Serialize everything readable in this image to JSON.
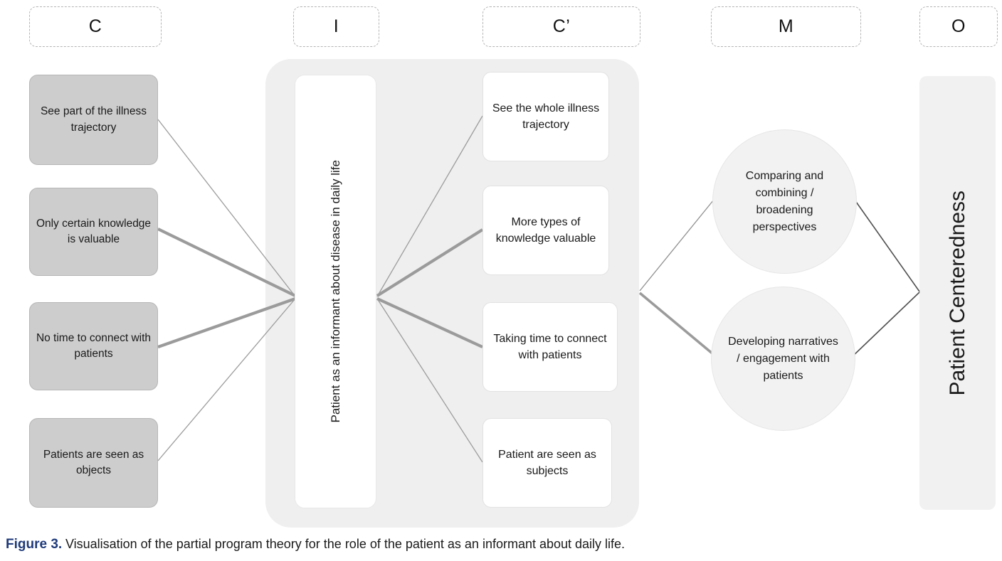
{
  "figure": {
    "label": "Figure 3.",
    "caption": "Visualisation of the partial program theory for the role of the patient as an informant about daily life."
  },
  "colors": {
    "context_box_fill": "#cdcdcd",
    "panel_fill": "#efefef",
    "outcome_panel_fill": "#f1f1f1",
    "circle_fill": "#f2f2f2",
    "thin_line": "#9a9a9a",
    "thick_line": "#9b9b9b",
    "dark_line": "#4a4a4a",
    "figure_label_color": "#1f3a7a",
    "header_border": "#b5b5b5"
  },
  "headers": [
    {
      "key": "C",
      "label": "C"
    },
    {
      "key": "I",
      "label": "I"
    },
    {
      "key": "Cp",
      "label": "C’"
    },
    {
      "key": "M",
      "label": "M"
    },
    {
      "key": "O",
      "label": "O"
    }
  ],
  "context": {
    "title": "C",
    "items": [
      {
        "id": "c1",
        "text": "See part of the illness trajectory"
      },
      {
        "id": "c2",
        "text": "Only certain knowledge is valuable"
      },
      {
        "id": "c3",
        "text": "No time to connect with patients"
      },
      {
        "id": "c4",
        "text": "Patients are seen as objects"
      }
    ]
  },
  "intervention": {
    "title": "I",
    "text": "Patient  as  an  informant about disease in daily life"
  },
  "context_prime": {
    "title": "C’",
    "items": [
      {
        "id": "p1",
        "text": "See the whole illness trajectory"
      },
      {
        "id": "p2",
        "text": "More types of knowledge valuable"
      },
      {
        "id": "p3",
        "text": "Taking time to connect with patients"
      },
      {
        "id": "p4",
        "text": "Patient are seen as subjects"
      }
    ]
  },
  "mechanisms": {
    "title": "M",
    "items": [
      {
        "id": "m1",
        "text": "Comparing and combining / broadening perspectives"
      },
      {
        "id": "m2",
        "text": "Developing narratives / engagement with patients"
      }
    ]
  },
  "outcome": {
    "title": "O",
    "text": "Patient Centeredness"
  },
  "connections": {
    "context_to_intervention": [
      {
        "from": "c1",
        "to": "I",
        "weight": "thin"
      },
      {
        "from": "c2",
        "to": "I",
        "weight": "thick"
      },
      {
        "from": "c3",
        "to": "I",
        "weight": "thick"
      },
      {
        "from": "c4",
        "to": "I",
        "weight": "thin"
      }
    ],
    "intervention_to_context_prime": [
      {
        "from": "I",
        "to": "p1",
        "weight": "thin"
      },
      {
        "from": "I",
        "to": "p2",
        "weight": "thick"
      },
      {
        "from": "I",
        "to": "p3",
        "weight": "thick"
      },
      {
        "from": "I",
        "to": "p4",
        "weight": "thin"
      }
    ],
    "context_prime_to_mechanism": [
      {
        "from": "Cp",
        "to": "m1",
        "weight": "thin"
      },
      {
        "from": "Cp",
        "to": "m2",
        "weight": "thick"
      }
    ],
    "mechanism_to_outcome": [
      {
        "from": "m1",
        "to": "O",
        "weight": "dark"
      },
      {
        "from": "m2",
        "to": "O",
        "weight": "dark"
      }
    ]
  }
}
